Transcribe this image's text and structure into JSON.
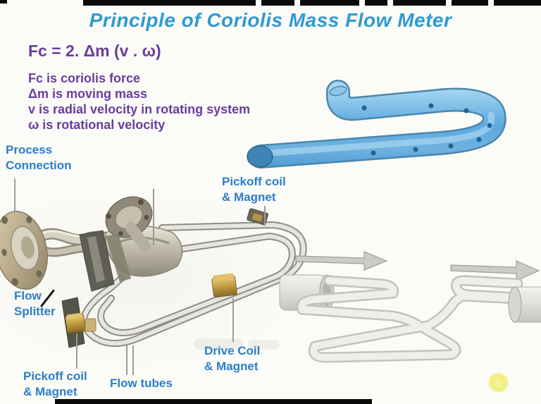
{
  "slide": {
    "title": "Principle of Coriolis Mass Flow Meter",
    "formula": "Fc = 2. Δm (v . ω)",
    "definitions": [
      "Fc is coriolis force",
      "Δm is moving mass",
      "v is radial velocity in rotating system",
      "ω is rotational velocity"
    ],
    "labels": {
      "process_connection": {
        "line1": "Process",
        "line2": "Connection"
      },
      "pickoff_top": {
        "line1": "Pickoff coil",
        "line2": "& Magnet"
      },
      "flow_splitter": {
        "line1": "Flow",
        "line2": "Splitter"
      },
      "pickoff_bottom": {
        "line1": "Pickoff coil",
        "line2": "& Magnet"
      },
      "flow_tubes": "Flow tubes",
      "drive_coil": {
        "line1": "Drive Coil",
        "line2": "&  Magnet"
      }
    }
  },
  "colors": {
    "title-blue": "#2f9ad2",
    "label-blue": "#2b7ec8",
    "formula-purple": "#6a3d9c",
    "tube-blue": "#58a8dd",
    "brass-gold": "#c19a3f",
    "marker-yellow": "#f3ee7e",
    "bar-black": "#0b0b0b"
  }
}
